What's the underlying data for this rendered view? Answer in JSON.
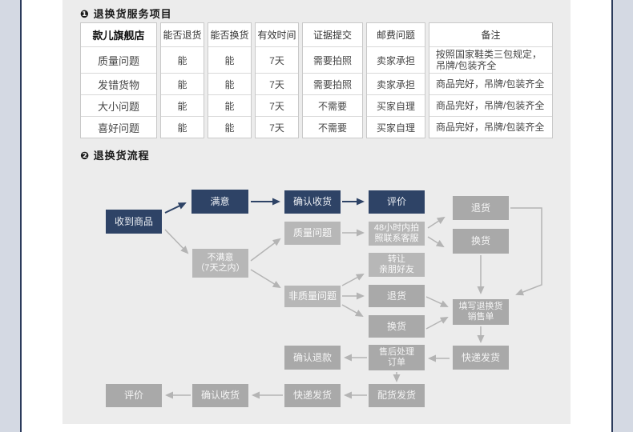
{
  "page": {
    "section1_title": "❶ 退换货服务项目",
    "section2_title": "❷ 退换货流程"
  },
  "table": {
    "columns": [
      {
        "header": "款儿旗舰店",
        "cells": [
          "质量问题",
          "发错货物",
          "大小问题",
          "喜好问题"
        ]
      },
      {
        "header": "能否退货",
        "cells": [
          "能",
          "能",
          "能",
          "能"
        ]
      },
      {
        "header": "能否换货",
        "cells": [
          "能",
          "能",
          "能",
          "能"
        ]
      },
      {
        "header": "有效时间",
        "cells": [
          "7天",
          "7天",
          "7天",
          "7天"
        ]
      },
      {
        "header": "证据提交",
        "cells": [
          "需要拍照",
          "需要拍照",
          "不需要",
          "不需要"
        ]
      },
      {
        "header": "邮费问题",
        "cells": [
          "卖家承担",
          "卖家承担",
          "买家自理",
          "买家自理"
        ]
      },
      {
        "header": "备注",
        "cells": [
          "按照国家鞋类三包规定，\n吊牌/包装齐全",
          "商品完好，吊牌/包装齐全",
          "商品完好，吊牌/包装齐全",
          "商品完好，吊牌/包装齐全"
        ]
      }
    ]
  },
  "flow": {
    "nodes": {
      "receive": {
        "label": "收到商品"
      },
      "satisfied": {
        "label": "满意"
      },
      "confirm_receipt_top": {
        "label": "确认收货"
      },
      "review_top": {
        "label": "评价"
      },
      "quality_issue": {
        "label": "质量问题"
      },
      "unsatisfied": {
        "label": "不满意\n（7天之内）"
      },
      "contact_48h": {
        "label": "48小时内拍\n照联系客服"
      },
      "transfer_friends": {
        "label": "转让\n亲朋好友"
      },
      "return_a": {
        "label": "退货"
      },
      "exchange_a": {
        "label": "换货"
      },
      "non_quality": {
        "label": "非质量问题"
      },
      "return_b": {
        "label": "退货"
      },
      "exchange_b": {
        "label": "换货"
      },
      "fill_form": {
        "label": "填写退换货\n销售单"
      },
      "express_a": {
        "label": "快递发货"
      },
      "aftersale_order": {
        "label": "售后处理\n订单"
      },
      "confirm_refund": {
        "label": "确认退款"
      },
      "dispatch_goods": {
        "label": "配货发货"
      },
      "express_b": {
        "label": "快递发货"
      },
      "confirm_receipt_bottom": {
        "label": "确认收货"
      },
      "review_bottom": {
        "label": "评价"
      }
    },
    "edges": [
      {
        "from": "receive",
        "to": "satisfied"
      },
      {
        "from": "satisfied",
        "to": "confirm_receipt_top"
      },
      {
        "from": "confirm_receipt_top",
        "to": "review_top"
      },
      {
        "from": "receive",
        "to": "unsatisfied"
      },
      {
        "from": "unsatisfied",
        "to": "quality_issue"
      },
      {
        "from": "unsatisfied",
        "to": "non_quality"
      },
      {
        "from": "quality_issue",
        "to": "contact_48h"
      },
      {
        "from": "contact_48h",
        "to": "return_a"
      },
      {
        "from": "contact_48h",
        "to": "exchange_a"
      },
      {
        "from": "return_a",
        "to": "fill_form"
      },
      {
        "from": "exchange_a",
        "to": "fill_form"
      },
      {
        "from": "non_quality",
        "to": "transfer_friends"
      },
      {
        "from": "non_quality",
        "to": "return_b"
      },
      {
        "from": "non_quality",
        "to": "exchange_b"
      },
      {
        "from": "return_b",
        "to": "fill_form"
      },
      {
        "from": "exchange_b",
        "to": "fill_form"
      },
      {
        "from": "fill_form",
        "to": "express_a"
      },
      {
        "from": "express_a",
        "to": "aftersale_order"
      },
      {
        "from": "aftersale_order",
        "to": "confirm_refund"
      },
      {
        "from": "aftersale_order",
        "to": "dispatch_goods"
      },
      {
        "from": "dispatch_goods",
        "to": "express_b"
      },
      {
        "from": "express_b",
        "to": "confirm_receipt_bottom"
      },
      {
        "from": "confirm_receipt_bottom",
        "to": "review_bottom"
      }
    ]
  },
  "colors": {
    "navy_node": "#2e4366",
    "gray_node": "#a9a9a9",
    "gray_node_light": "#b7b7b7",
    "arrow_gray": "#b4b4b4",
    "content_background": "#ececec",
    "side_strip": "#d4d9e3",
    "side_line": "#2b3b5c",
    "table_border": "#c9c9c9"
  }
}
